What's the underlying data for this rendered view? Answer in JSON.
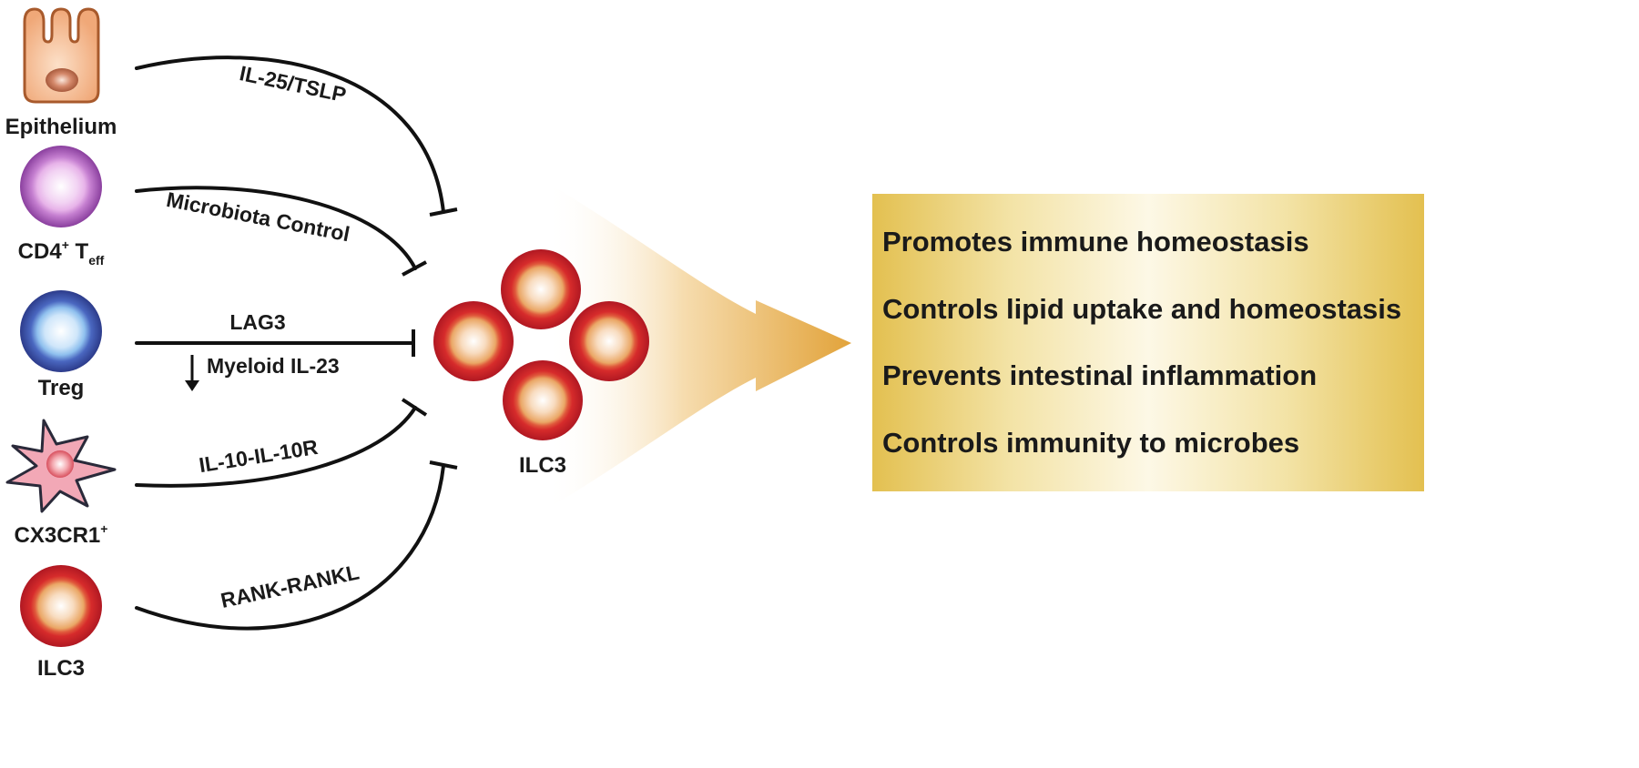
{
  "sources": [
    {
      "id": "epithelium",
      "label": "Epithelium"
    },
    {
      "id": "cd4",
      "label_main": "CD4",
      "label_sup": "+",
      "label_mid": " T",
      "label_sub": "eff"
    },
    {
      "id": "treg",
      "label": "Treg"
    },
    {
      "id": "cx3cr1",
      "label_main": "CX3CR1",
      "label_sup": "+"
    },
    {
      "id": "ilc3-source",
      "label": "ILC3"
    }
  ],
  "edges": [
    {
      "from": "epithelium",
      "label": "IL-25/TSLP",
      "effect": "inhibition"
    },
    {
      "from": "cd4",
      "label": "Microbiota Control",
      "effect": "inhibition"
    },
    {
      "from": "treg",
      "label": "LAG3",
      "effect": "inhibition"
    },
    {
      "from": "treg",
      "label": "Myeloid IL-23",
      "effect": "decrease"
    },
    {
      "from": "cx3cr1",
      "label": "IL-10-IL-10R",
      "effect": "inhibition"
    },
    {
      "from": "ilc3-source",
      "label": "RANK-RANKL",
      "effect": "inhibition"
    }
  ],
  "target": {
    "label": "ILC3"
  },
  "outcomes": [
    "Promotes immune homeostasis",
    "Controls lipid uptake and homeostasis",
    "Prevents intestinal inflammation",
    "Controls immunity to microbes"
  ],
  "colors": {
    "epithelium_fill": "#f0a878",
    "epithelium_stroke": "#b0602e",
    "cd4_outer": "#a056b6",
    "treg_outer": "#3c4fa5",
    "dendritic_fill": "#f2a6b6",
    "ilc3_outer": "#d01f2c",
    "ilc3_inner": "#f0b67a",
    "arrow": "#e0a53a",
    "outcome_box": "#e4c35c"
  }
}
